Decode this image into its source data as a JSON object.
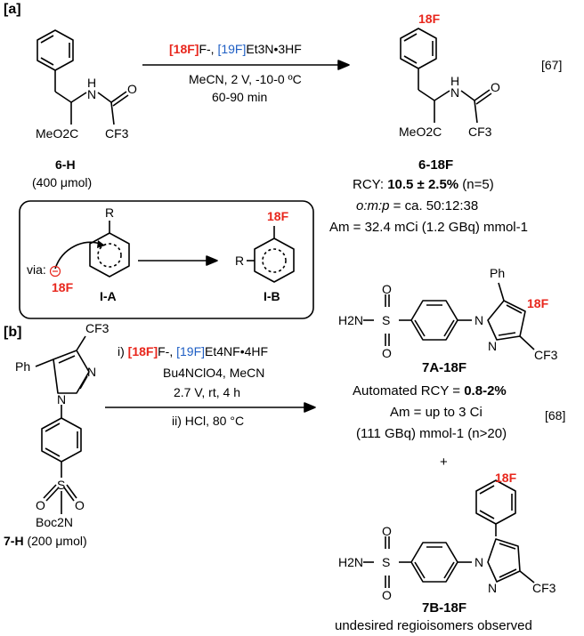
{
  "panel_a": {
    "label": "[a]",
    "reagent_f18": "[18F]",
    "reagent_f18_tail": "F-",
    "reagent_f19": "[19F]",
    "reagent_f19_tail": "Et3N•3HF",
    "conditions_1": "MeCN, 2 V, -10-0 ºC",
    "conditions_2": "60-90 min",
    "ref": "[67]",
    "sm_label": "6-H",
    "sm_amount": "(400 μmol)",
    "sm_ester": "MeO2C",
    "sm_cf3": "CF3",
    "sm_nh": "H",
    "sm_n": "N",
    "sm_o": "O",
    "prod_label": "6-18F",
    "prod_f": "18F",
    "prod_ester": "MeO2C",
    "prod_cf3": "CF3",
    "prod_nh": "H",
    "prod_n": "N",
    "prod_o": "O",
    "rcy_prefix": "RCY: ",
    "rcy_value": "10.5 ± 2.5%",
    "rcy_suffix": " (n=5)",
    "omp_prefix": "o:m:p",
    "omp_value": " = ca. 50:12:38",
    "am_line": "Am = 32.4 mCi (1.2 GBq) mmol-1",
    "mech_via": "via:",
    "mech_f": "18F",
    "mech_r": "R",
    "mech_r2": "R",
    "mech_prod_f": "18F",
    "mech_ia": "I-A",
    "mech_ib": "I-B"
  },
  "panel_b": {
    "label": "[b]",
    "step1_prefix": "i) ",
    "reagent_f18": "[18F]",
    "reagent_f18_tail": "F-",
    "reagent_f19": "[19F]",
    "reagent_f19_tail": "Et4NF•4HF",
    "conditions_1": "Bu4NClO4, MeCN",
    "conditions_2": "2.7 V, rt, 4 h",
    "conditions_3": "ii) HCl, 80 °C",
    "ref": "[68]",
    "sm_label": "7-H",
    "sm_amount": "(200 μmol)",
    "sm_cf3": "CF3",
    "sm_ph": "Ph",
    "sm_n1": "N",
    "sm_n2": "N",
    "sm_s": "S",
    "sm_o1": "O",
    "sm_o2": "O",
    "sm_boc": "Boc2N",
    "p7a_label": "7A-18F",
    "p7a_h2n": "H2N",
    "p7a_s": "S",
    "p7a_o1": "O",
    "p7a_o2": "O",
    "p7a_ph": "Ph",
    "p7a_f": "18F",
    "p7a_cf3": "CF3",
    "p7a_n1": "N",
    "p7a_n2": "N",
    "rcy_prefix": "Automated RCY = ",
    "rcy_value": "0.8-2%",
    "am_line1": "Am = up to 3 Ci",
    "am_line2": "(111 GBq) mmol-1 (n>20)",
    "plus": "+",
    "p7b_label": "7B-18F",
    "p7b_h2n": "H2N",
    "p7b_s": "S",
    "p7b_o1": "O",
    "p7b_o2": "O",
    "p7b_f": "18F",
    "p7b_cf3": "CF3",
    "p7b_n1": "N",
    "p7b_n2": "N",
    "note": "undesired regioisomers observed"
  },
  "colors": {
    "f18": "#e8261c",
    "f19": "#1f5fc4",
    "text": "#000000"
  }
}
